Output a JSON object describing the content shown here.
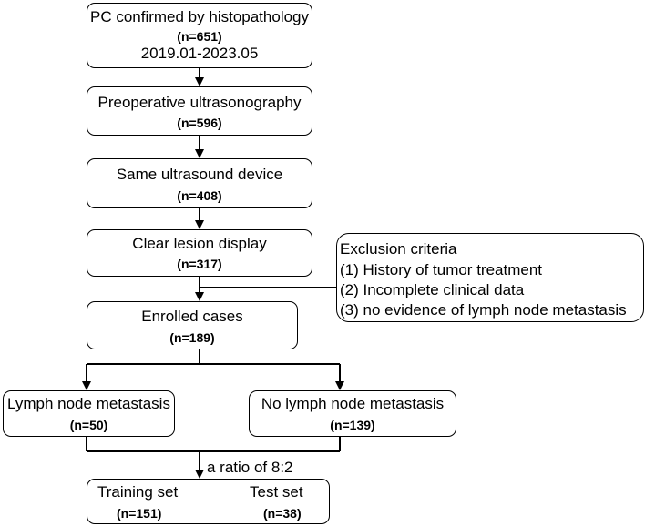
{
  "flow": {
    "step1": {
      "title": "PC confirmed by histopathology",
      "count": "(n=651)",
      "period": "2019.01-2023.05"
    },
    "step2": {
      "title": "Preoperative ultrasonography",
      "count": "(n=596)"
    },
    "step3": {
      "title": "Same ultrasound device",
      "count": "(n=408)"
    },
    "step4": {
      "title": "Clear lesion display",
      "count": "(n=317)"
    },
    "exclusion": {
      "title": "Exclusion criteria",
      "items": [
        "(1) History of tumor treatment",
        "(2) Incomplete clinical data",
        "(3) no evidence of lymph node metastasis"
      ]
    },
    "enrolled": {
      "title": "Enrolled cases",
      "count": "(n=189)"
    },
    "lnm": {
      "title": "Lymph node metastasis",
      "count": "(n=50)"
    },
    "no_lnm": {
      "title": "No lymph node metastasis",
      "count": "(n=139)"
    },
    "ratio_label": "a ratio of 8:2",
    "split": {
      "training": {
        "title": "Training set",
        "count": "(n=151)"
      },
      "test": {
        "title": "Test set",
        "count": "(n=38)"
      }
    }
  }
}
